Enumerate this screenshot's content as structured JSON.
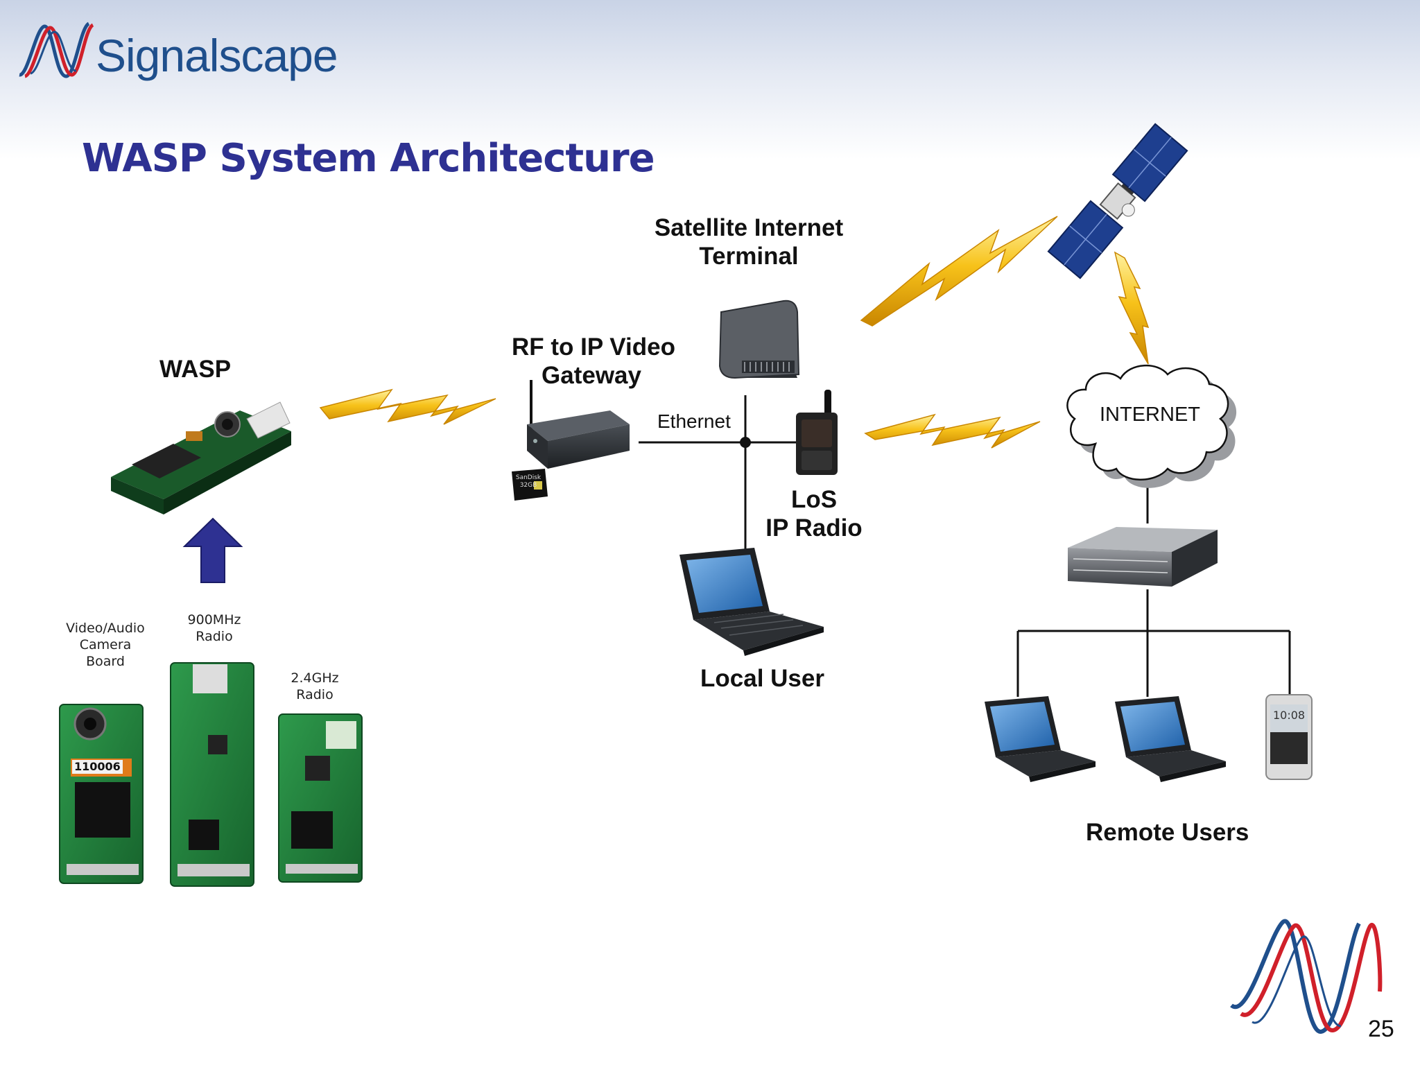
{
  "brand": {
    "logo_text": "Signalscape",
    "trademark": "™"
  },
  "slide": {
    "title": "WASP System Architecture",
    "page_number": "25"
  },
  "labels": {
    "wasp": "WASP",
    "gateway_line1": "RF to IP Video",
    "gateway_line2": "Gateway",
    "satellite_line1": "Satellite Internet",
    "satellite_line2": "Terminal",
    "ethernet": "Ethernet",
    "los_line1": "LoS",
    "los_line2": "IP Radio",
    "internet": "INTERNET",
    "local_user": "Local User",
    "remote_users": "Remote Users",
    "board_camera_line1": "Video/Audio",
    "board_camera_line2": "Camera",
    "board_camera_line3": "Board",
    "board_900_line1": "900MHz",
    "board_900_line2": "Radio",
    "board_24_line1": "2.4GHz",
    "board_24_line2": "Radio",
    "board_serial": "110006",
    "phone_time": "10:08",
    "sd_card_text": "SanDisk 32GB"
  },
  "colors": {
    "title": "#2e3192",
    "logo": "#1f4f8c",
    "logo_wave_blue": "#1f4f8c",
    "logo_wave_red": "#d0202a",
    "lightning": "#f3b400",
    "arrow": "#2e3192",
    "pcb_green": "#1f7a3a"
  }
}
